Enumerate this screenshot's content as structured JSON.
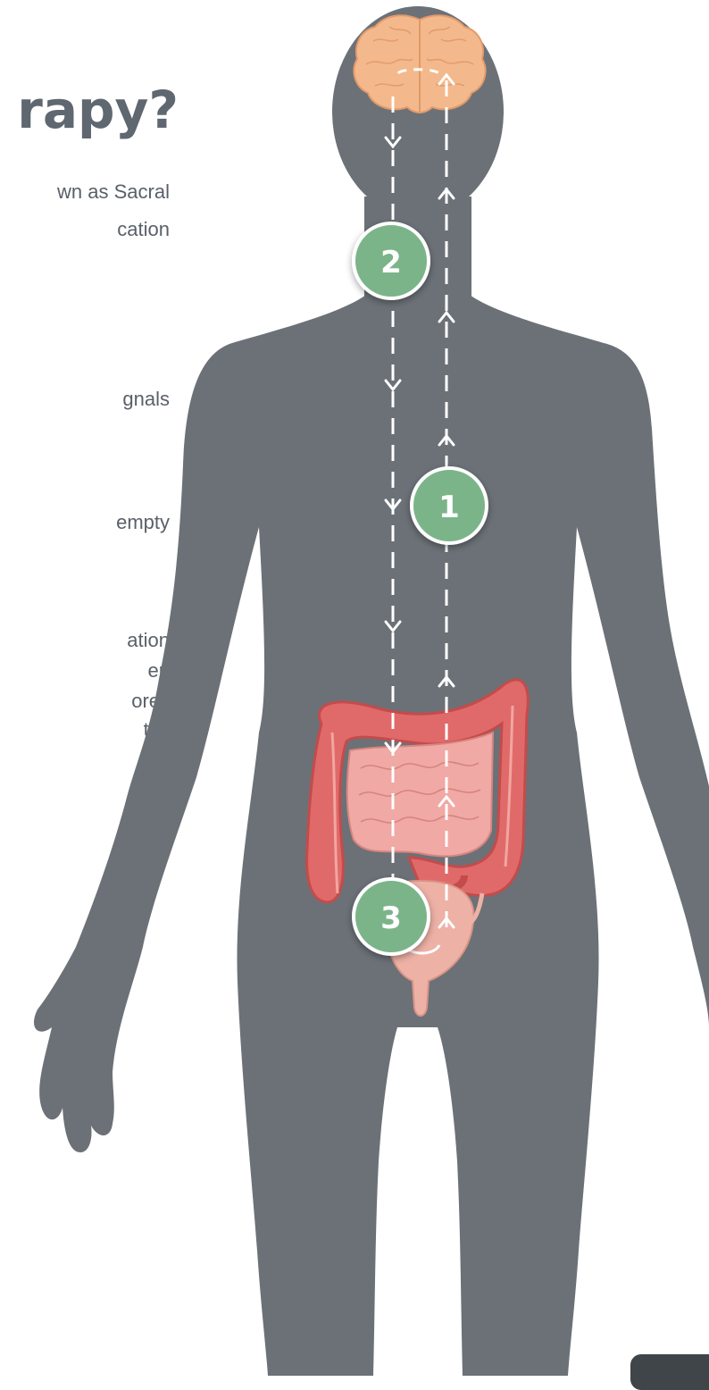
{
  "text": {
    "heading": "rapy?",
    "lines": [
      "wn as Sacral",
      "cation",
      "gnals",
      "empty",
      "ation",
      "en",
      "ores",
      "t in"
    ]
  },
  "figure": {
    "badges": [
      {
        "number": "1"
      },
      {
        "number": "2"
      },
      {
        "number": "3"
      }
    ],
    "colors": {
      "silhouette": "#6b7177",
      "badge_fill": "#7cb48a",
      "badge_ring": "#ffffff",
      "brain": "#f3b98c",
      "colon": "#e06a6a",
      "intestine": "#f0a9a5",
      "bladder": "#eeb1a6",
      "signal_path": "#ffffff"
    },
    "icons": [
      "brain-icon",
      "colon-icon",
      "small-intestine-icon",
      "bladder-icon"
    ]
  }
}
